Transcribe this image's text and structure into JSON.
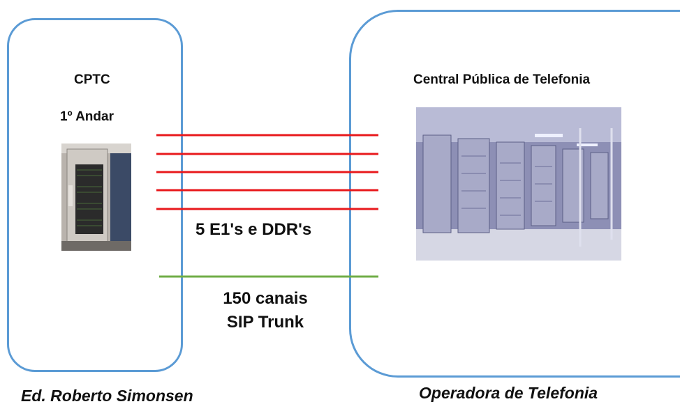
{
  "left_site": {
    "title": "CPTC",
    "floor": "1º Andar",
    "caption": "Ed. Roberto Simonsen",
    "photo": "pabx-rack-photo"
  },
  "right_site": {
    "title": "Central Pública de Telefonia",
    "caption": "Operadora de Telefonia",
    "photo": "telephone-exchange-photo"
  },
  "links": {
    "e1_label": "5 E1's e DDR's",
    "e1_count": 5,
    "e1_color": "#e8191c",
    "sip_label_line1": "150 canais",
    "sip_label_line2": "SIP Trunk",
    "sip_color": "#70ad47"
  },
  "colors": {
    "box_border": "#5b9bd5"
  }
}
